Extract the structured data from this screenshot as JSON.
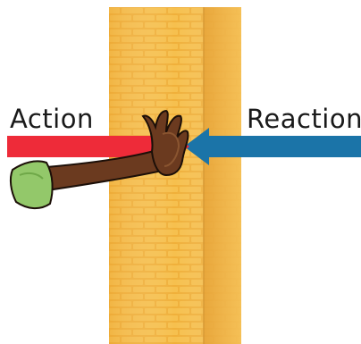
{
  "labels": {
    "action": "Action",
    "reaction": "Reaction"
  },
  "icons": {
    "wall": "brick-wall",
    "hand": "pushing-hand",
    "action_arrow": "arrow-right",
    "reaction_arrow": "arrow-left"
  },
  "colors": {
    "action_arrow": "#ee2b39",
    "reaction_arrow": "#1b74a8",
    "wall": "#f2b33b",
    "skin": "#6b3a1f",
    "sleeve": "#93c86a"
  }
}
